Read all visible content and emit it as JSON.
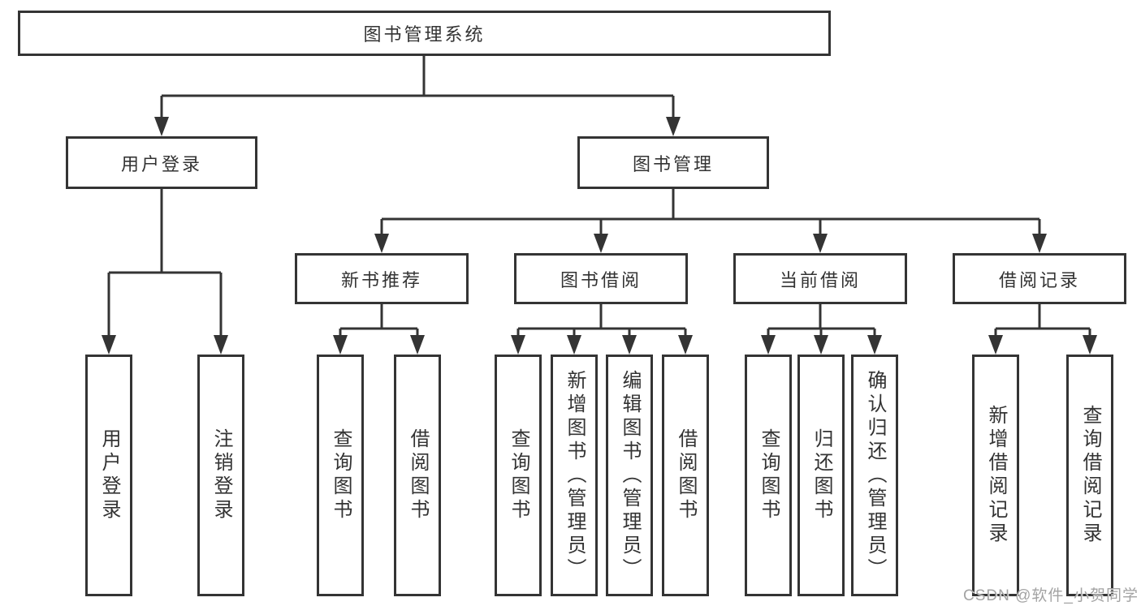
{
  "diagram": {
    "title_node": "图书管理系统",
    "branches": {
      "user_login": {
        "label": "用户登录",
        "children": [
          "用户登录",
          "注销登录"
        ]
      },
      "book_management": {
        "label": "图书管理",
        "children": {
          "new_book": {
            "label": "新书推荐",
            "children": [
              "查询图书",
              "借阅图书"
            ]
          },
          "borrow": {
            "label": "图书借阅",
            "children": [
              "查询图书",
              "新增图书（管理员）",
              "编辑图书（管理员）",
              "借阅图书"
            ]
          },
          "current": {
            "label": "当前借阅",
            "children": [
              "查询图书",
              "归还图书",
              "确认归还（管理员）"
            ]
          },
          "records": {
            "label": "借阅记录",
            "children": [
              "新增借阅记录",
              "查询借阅记录"
            ]
          }
        }
      }
    }
  },
  "watermark": "CSDN @软件_小贺同学",
  "colors": {
    "line": "#343434",
    "text": "#333333",
    "box_background": "#ffffff",
    "watermark": "#a3a3a3",
    "page_background": "#ffffff"
  }
}
